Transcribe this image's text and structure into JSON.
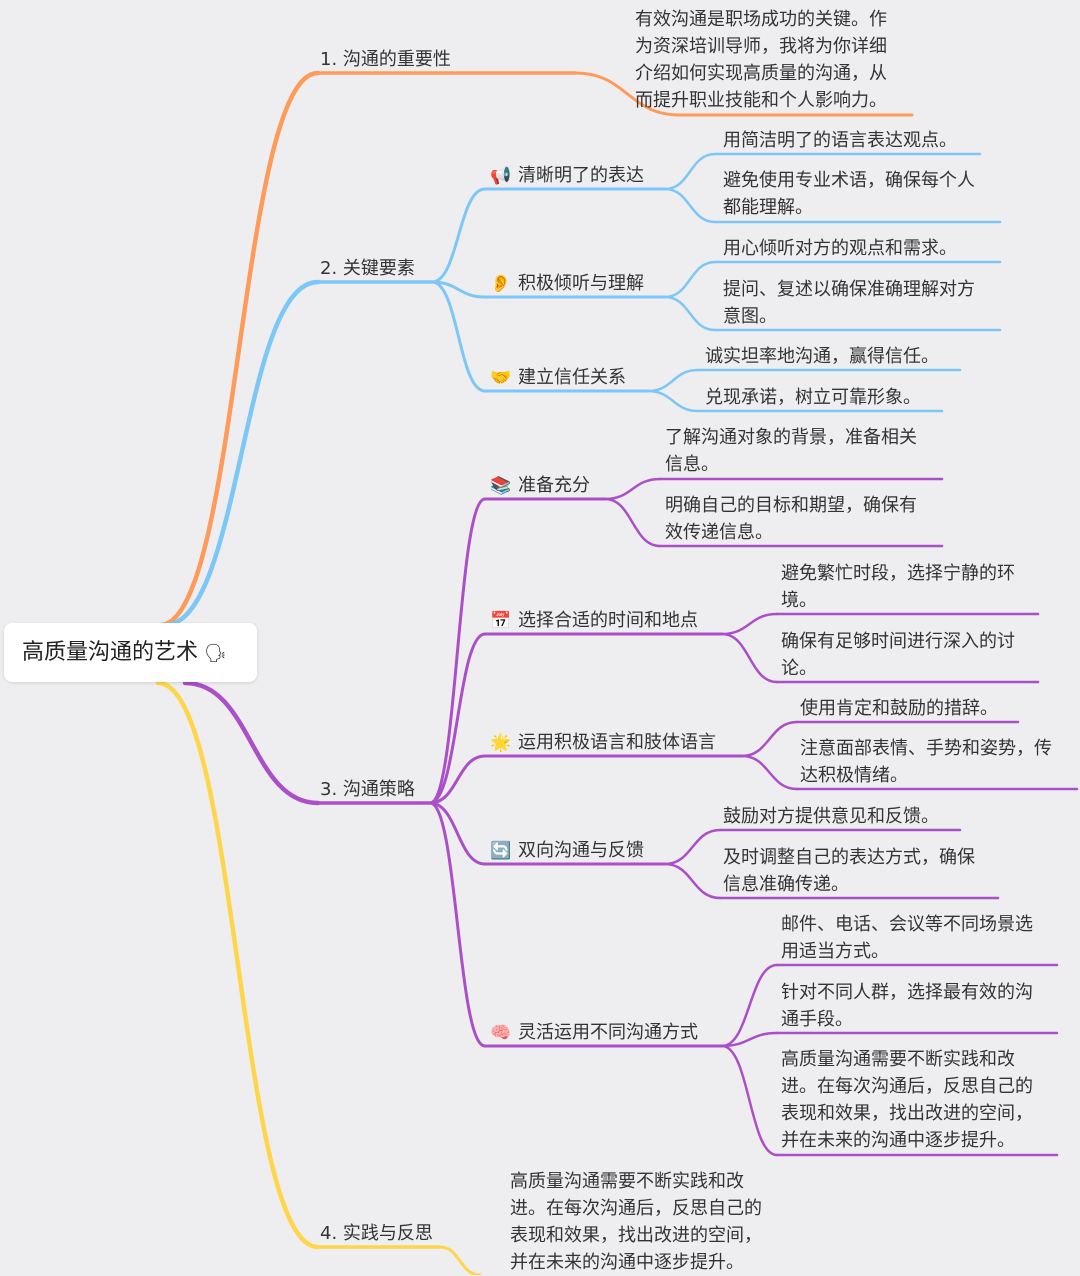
{
  "root": {
    "label": "高质量沟通的艺术",
    "icon": "speaking-head-icon",
    "glyph": "🗣"
  },
  "colors": {
    "orange": "#ff9b5a",
    "blue": "#7cc7f6",
    "purple": "#ab4fc9",
    "yellow": "#ffd54a"
  },
  "branches": [
    {
      "label": "1. 沟通的重要性",
      "leaves": [
        {
          "lines": [
            "有效沟通是职场成功的关键。作",
            "为资深培训导师，我将为你详细",
            "介绍如何实现高质量的沟通，从",
            "而提升职业技能和个人影响力。"
          ]
        }
      ]
    },
    {
      "label": "2. 关键要素",
      "subs": [
        {
          "icon": "megaphone-icon",
          "glyph": "📢",
          "label": "清晰明了的表达",
          "leaves": [
            {
              "lines": [
                "用简洁明了的语言表达观点。"
              ]
            },
            {
              "lines": [
                "避免使用专业术语，确保每个人",
                "都能理解。"
              ]
            }
          ]
        },
        {
          "icon": "ear-icon",
          "glyph": "👂",
          "label": "积极倾听与理解",
          "leaves": [
            {
              "lines": [
                "用心倾听对方的观点和需求。"
              ]
            },
            {
              "lines": [
                "提问、复述以确保准确理解对方",
                "意图。"
              ]
            }
          ]
        },
        {
          "icon": "handshake-icon",
          "glyph": "🤝",
          "label": "建立信任关系",
          "leaves": [
            {
              "lines": [
                "诚实坦率地沟通，赢得信任。"
              ]
            },
            {
              "lines": [
                "兑现承诺，树立可靠形象。"
              ]
            }
          ]
        }
      ]
    },
    {
      "label": "3. 沟通策略",
      "subs": [
        {
          "icon": "books-icon",
          "glyph": "📚",
          "label": "准备充分",
          "leaves": [
            {
              "lines": [
                "了解沟通对象的背景，准备相关",
                "信息。"
              ]
            },
            {
              "lines": [
                "明确自己的目标和期望，确保有",
                "效传递信息。"
              ]
            }
          ]
        },
        {
          "icon": "calendar-icon",
          "glyph": "📅",
          "label": "选择合适的时间和地点",
          "leaves": [
            {
              "lines": [
                "避免繁忙时段，选择宁静的环",
                "境。"
              ]
            },
            {
              "lines": [
                "确保有足够时间进行深入的讨",
                "论。"
              ]
            }
          ]
        },
        {
          "icon": "star-icon",
          "glyph": "🌟",
          "label": "运用积极语言和肢体语言",
          "leaves": [
            {
              "lines": [
                "使用肯定和鼓励的措辞。"
              ]
            },
            {
              "lines": [
                "注意面部表情、手势和姿势，传",
                "达积极情绪。"
              ]
            }
          ]
        },
        {
          "icon": "cycle-arrows-icon",
          "glyph": "🔄",
          "label": "双向沟通与反馈",
          "leaves": [
            {
              "lines": [
                "鼓励对方提供意见和反馈。"
              ]
            },
            {
              "lines": [
                "及时调整自己的表达方式，确保",
                "信息准确传递。"
              ]
            }
          ]
        },
        {
          "icon": "brain-icon",
          "glyph": "🧠",
          "label": "灵活运用不同沟通方式",
          "leaves": [
            {
              "lines": [
                "邮件、电话、会议等不同场景选",
                "用适当方式。"
              ]
            },
            {
              "lines": [
                "针对不同人群，选择最有效的沟",
                "通手段。"
              ]
            },
            {
              "lines": [
                "高质量沟通需要不断实践和改",
                "进。在每次沟通后，反思自己的",
                "表现和效果，找出改进的空间，",
                "并在未来的沟通中逐步提升。"
              ]
            }
          ]
        }
      ]
    },
    {
      "label": "4. 实践与反思",
      "leaves": [
        {
          "lines": [
            "高质量沟通需要不断实践和改",
            "进。在每次沟通后，反思自己的",
            "表现和效果，找出改进的空间，",
            "并在未来的沟通中逐步提升。"
          ]
        }
      ]
    }
  ]
}
